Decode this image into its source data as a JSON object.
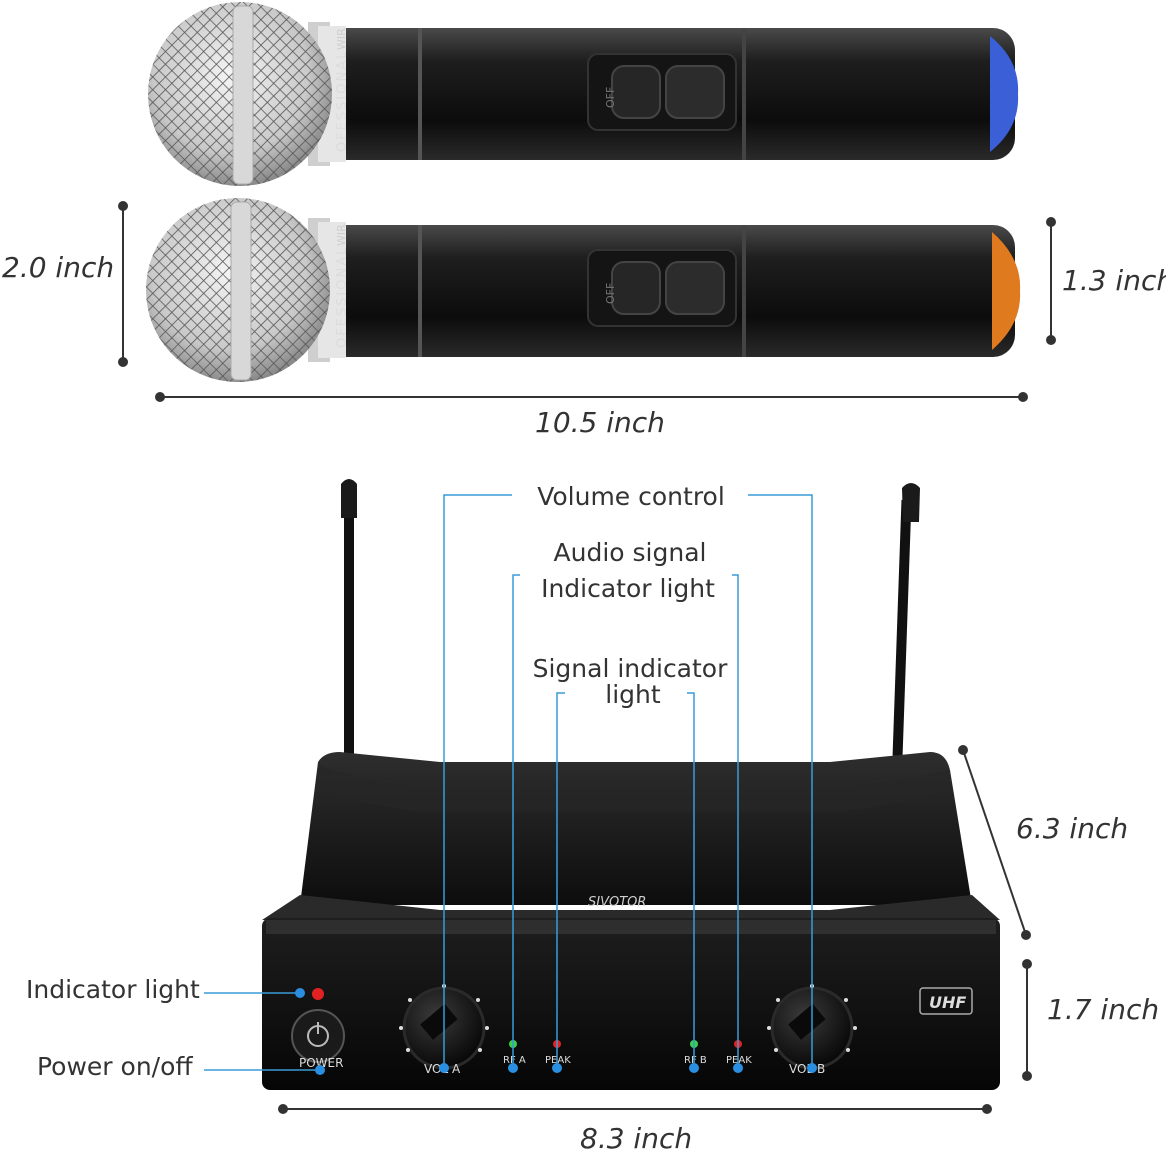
{
  "microphones": {
    "handle_text": "OFESSIONAL",
    "handle_text_short": "WIR",
    "switch_text": "OFF",
    "cap_colors": [
      "#3b5fd6",
      "#e07a1f"
    ]
  },
  "dimensions": {
    "mic_height": "2.0 inch",
    "mic_diameter": "1.3 inch",
    "mic_length": "10.5 inch",
    "receiver_depth": "6.3 inch",
    "receiver_height": "1.7 inch",
    "receiver_width": "8.3 inch"
  },
  "callouts": {
    "volume": "Volume control",
    "audio_line1": "Audio signal",
    "audio_line2": "Indicator light",
    "signal_line1": "Signal indicator",
    "signal_line2": "light",
    "indicator": "Indicator light",
    "power": "Power on/off"
  },
  "receiver": {
    "brand": "SIVOTOR",
    "band": "UHF",
    "power_label": "POWER",
    "vol_a": "VOL A",
    "vol_b": "VOL B",
    "rf_a": "RF A",
    "rf_b": "RF B",
    "peak": "PEAK"
  },
  "colors": {
    "callout_line": "#3a9bd8",
    "led_green": "#3ccf4a",
    "led_red": "#e22222",
    "led_blue": "#2a8fe0"
  }
}
